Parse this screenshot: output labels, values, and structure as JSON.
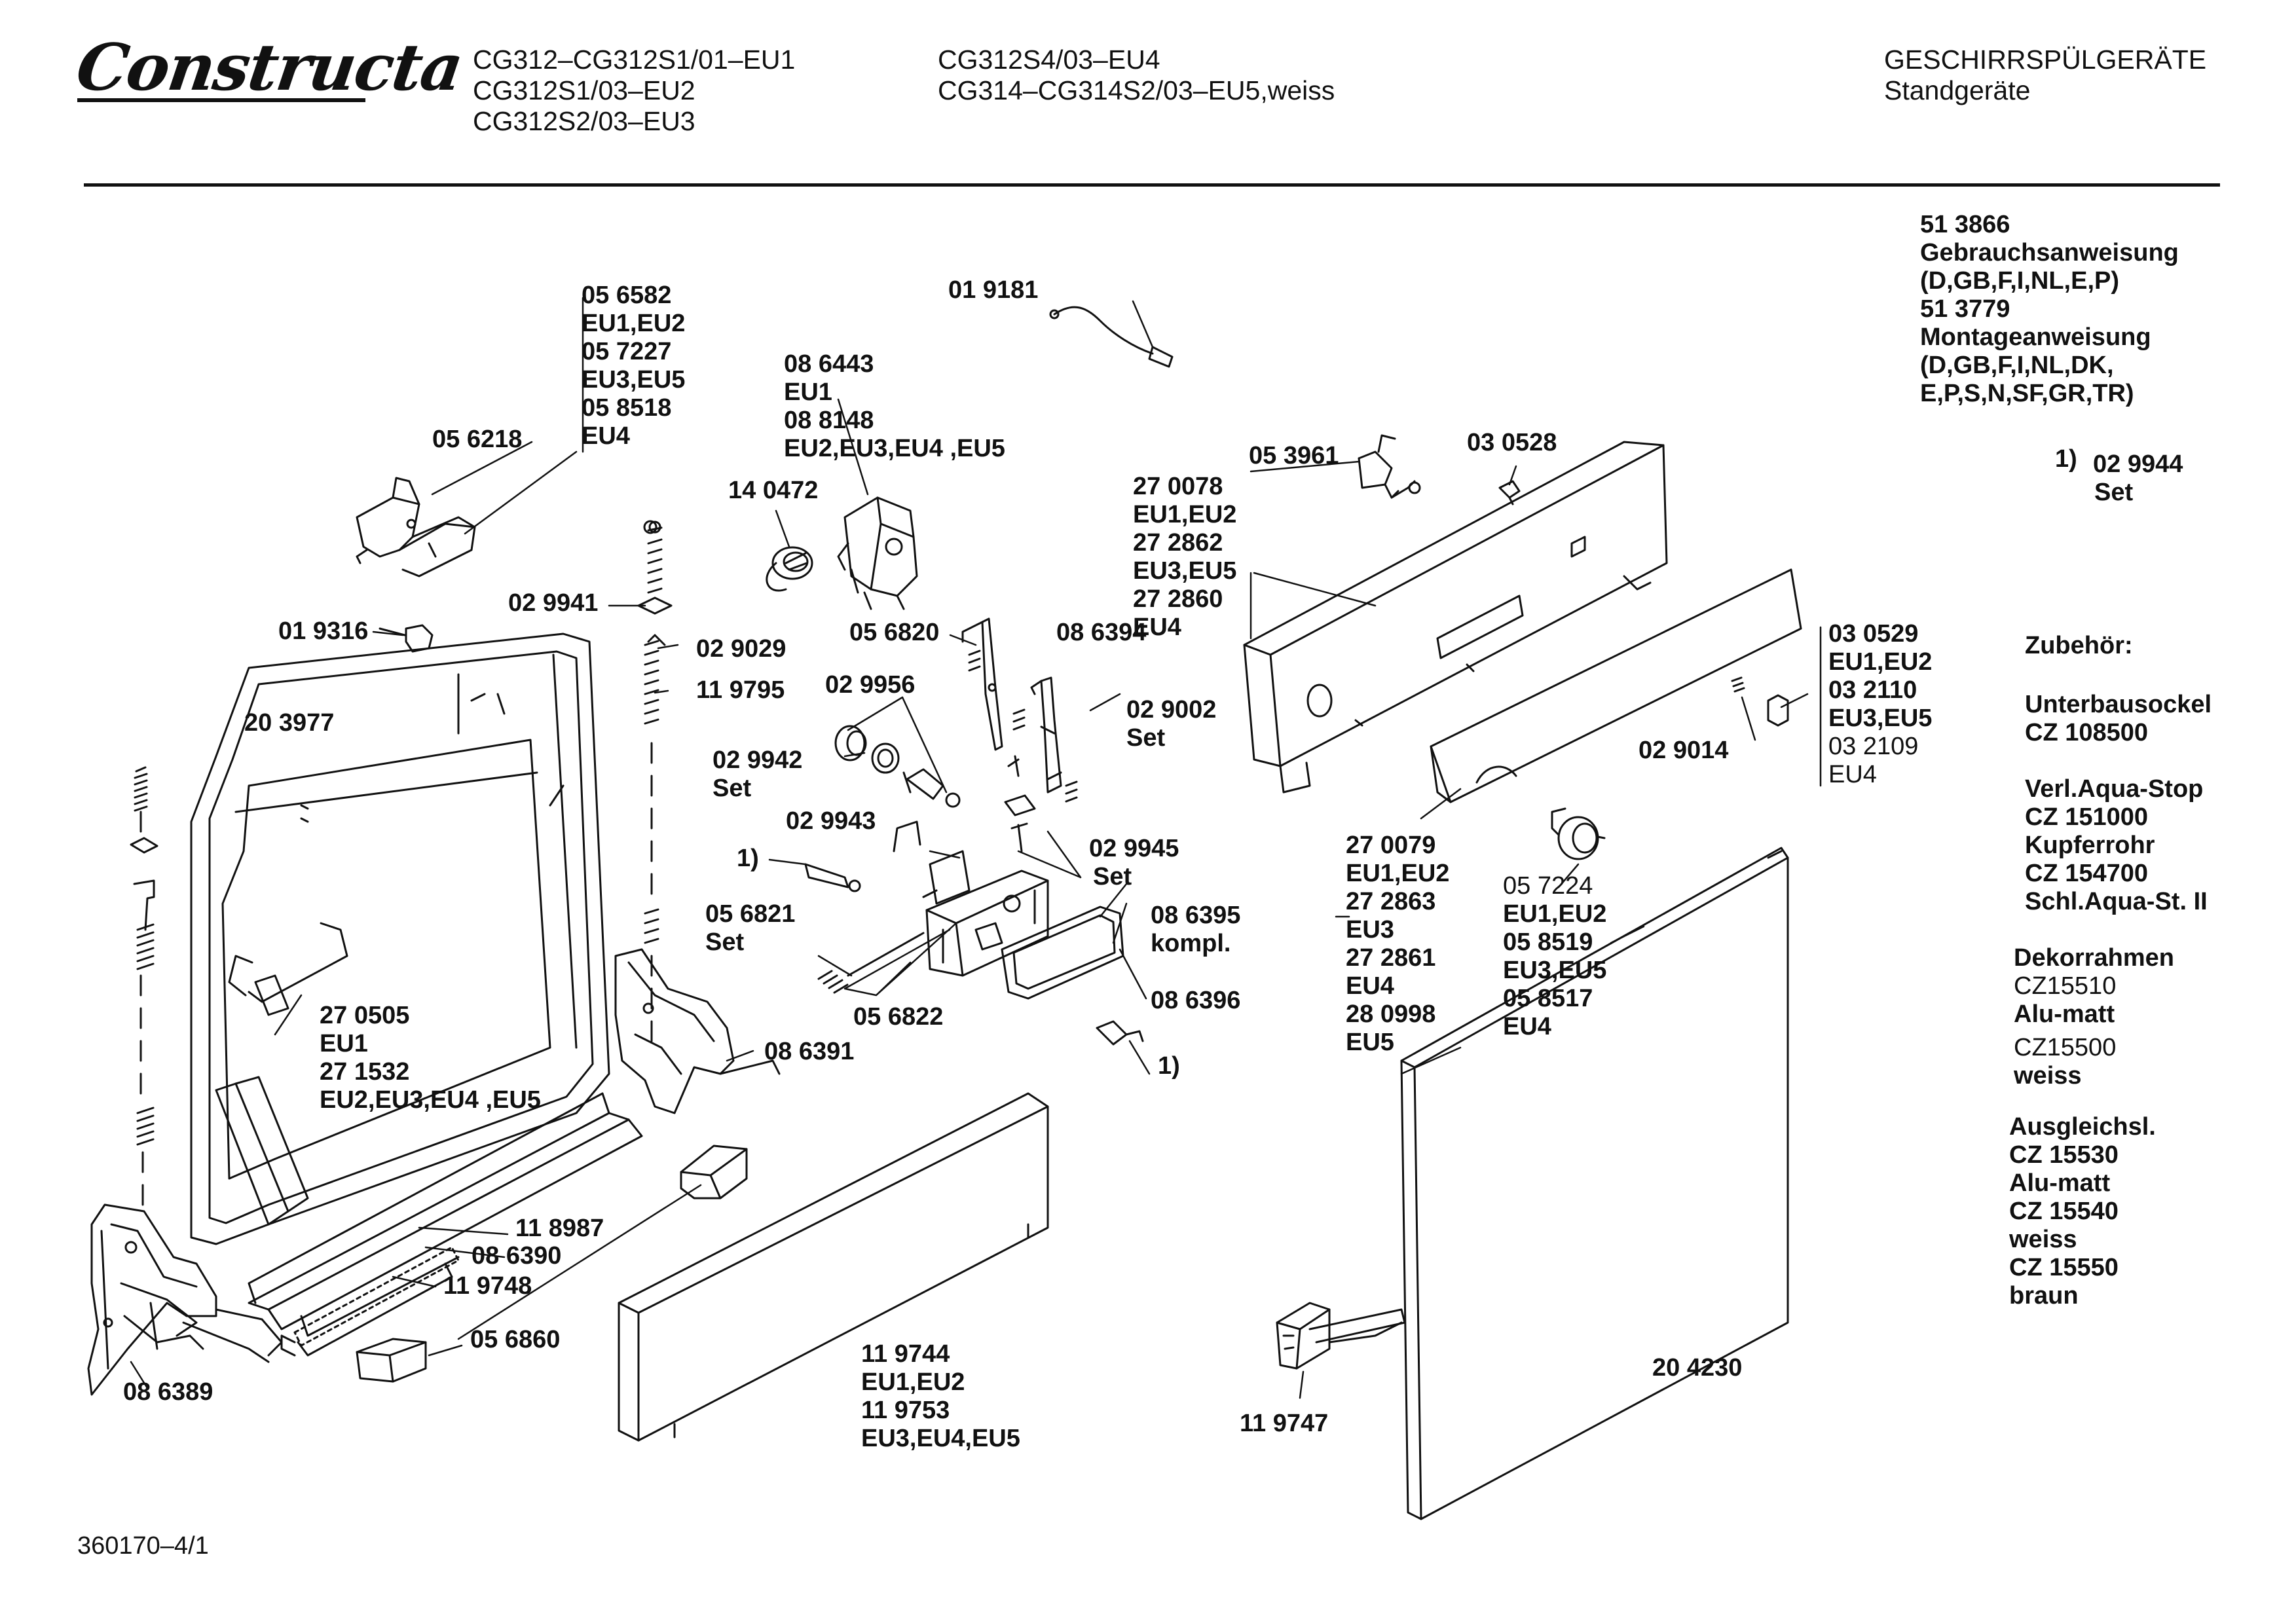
{
  "header": {
    "brand": "Constructa",
    "models_col1": [
      "CG312–CG312S1/01–EU1",
      "CG312S1/03–EU2",
      "CG312S2/03–EU3"
    ],
    "models_col2": [
      "CG312S4/03–EU4",
      "CG314–CG314S2/03–EU5,weiss"
    ],
    "category": "GESCHIRRSPÜLGERÄTE",
    "subcategory": "Standgeräte"
  },
  "docs": {
    "user_manual_no": "51 3866",
    "user_manual": "Gebrauchsanweisung",
    "user_manual_langs": "(D,GB,F,I,NL,E,P)",
    "install_manual_no": "51 3779",
    "install_manual": "Montageanweisung",
    "install_manual_langs_1": "(D,GB,F,I,NL,DK,",
    "install_manual_langs_2": "E,P,S,N,SF,GR,TR)",
    "set_note_marker": "1)",
    "set_note_part": "02 9944",
    "set_note_label": "Set"
  },
  "accessories": {
    "heading": "Zubehör:",
    "items": [
      {
        "name": "Unterbausockel",
        "code": "CZ 108500"
      },
      {
        "name": "Verl.Aqua-Stop",
        "code": "CZ 151000"
      },
      {
        "name": "Kupferrohr",
        "code": "CZ 154700"
      },
      {
        "name": "Schl.Aqua-St. II",
        "code": ""
      }
    ],
    "decor_heading": "Dekorrahmen",
    "decor": [
      {
        "code": "CZ15510",
        "finish": "Alu-matt"
      },
      {
        "code": "CZ15500",
        "finish": "weiss"
      }
    ],
    "balance_heading": "Ausgleichsl.",
    "balance": [
      {
        "code": "CZ 15530",
        "finish": "Alu-matt"
      },
      {
        "code": "CZ 15540",
        "finish": "weiss"
      },
      {
        "code": "CZ 15550",
        "finish": "braun"
      }
    ]
  },
  "parts": {
    "p056582": [
      "05 6582",
      "EU1,EU2",
      "05 7227",
      "EU3,EU5",
      "05 8518",
      "EU4"
    ],
    "p056218": [
      "05 6218"
    ],
    "p019181": [
      "01 9181"
    ],
    "p086443": [
      "08 6443",
      "EU1",
      "08 8148",
      "EU2,EU3,EU4 ,EU5"
    ],
    "p140472": [
      "14 0472"
    ],
    "p029941": [
      "02 9941"
    ],
    "p019316": [
      "01 9316"
    ],
    "p029029": [
      "02 9029"
    ],
    "p119795": [
      "11 9795"
    ],
    "p203977": [
      "20 3977"
    ],
    "p029956": [
      "02 9956"
    ],
    "p056820": [
      "05 6820"
    ],
    "p086394": [
      "08 6394"
    ],
    "p029002": [
      "02 9002",
      "Set"
    ],
    "p029942": [
      "02 9942",
      "Set"
    ],
    "p029943": [
      "02 9943"
    ],
    "p_note1a": [
      "1)"
    ],
    "p029945": [
      "02 9945",
      "Set"
    ],
    "p056821": [
      "05 6821",
      "Set"
    ],
    "p086395": [
      "08 6395",
      "kompl."
    ],
    "p056822": [
      "05 6822"
    ],
    "p086396": [
      "08 6396"
    ],
    "p_note1b": [
      "1)"
    ],
    "p270505": [
      "27 0505",
      "EU1",
      "27 1532",
      "EU2,EU3,EU4 ,EU5"
    ],
    "p086391": [
      "08 6391"
    ],
    "p118987": [
      "11 8987"
    ],
    "p086390": [
      "08 6390"
    ],
    "p119748": [
      "11 9748"
    ],
    "p056860": [
      "05 6860"
    ],
    "p086389": [
      "08 6389"
    ],
    "p119744": [
      "11 9744",
      "EU1,EU2",
      "11 9753",
      "EU3,EU4,EU5"
    ],
    "p053961": [
      "05 3961"
    ],
    "p030528": [
      "03 0528"
    ],
    "p270078": [
      "27 0078",
      "EU1,EU2",
      "27 2862",
      "EU3,EU5",
      "27 2860",
      "EU4"
    ],
    "p030529": [
      "03 0529",
      "EU1,EU2",
      "03 2110",
      "EU3,EU5",
      "03 2109",
      "EU4"
    ],
    "p029014": [
      "02 9014"
    ],
    "p270079": [
      "27 0079",
      "EU1,EU2",
      "27 2863",
      "EU3",
      "27 2861",
      "EU4",
      "28 0998",
      "EU5"
    ],
    "p057224": [
      "05 7224",
      "EU1,EU2",
      "05 8519",
      "EU3,EU5",
      "05 8517",
      "EU4"
    ],
    "p204230": [
      "20 4230"
    ],
    "p119747": [
      "11 9747"
    ]
  },
  "footer": "360170–4/1"
}
